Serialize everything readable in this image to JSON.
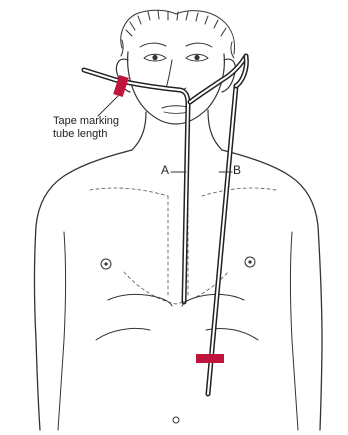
{
  "caption": {
    "line1": "Tape marking",
    "line2": "tube length"
  },
  "tubes": {
    "a": {
      "label": "A"
    },
    "b": {
      "label": "B"
    }
  },
  "colors": {
    "ink": "#333333",
    "tape": "#c0143c",
    "background": "#ffffff"
  }
}
